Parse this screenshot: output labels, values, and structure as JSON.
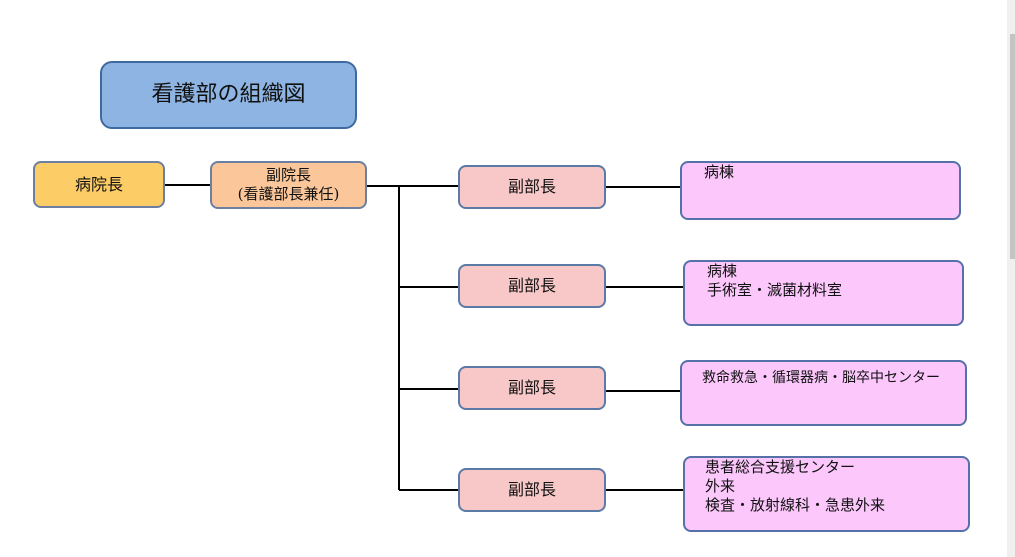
{
  "title": "看護部の組織図",
  "director": "病院長",
  "vice_director": {
    "line1": "副院長",
    "line2": "(看護部長兼任)"
  },
  "deputies": [
    {
      "label": "副部長",
      "departments": [
        "病棟"
      ]
    },
    {
      "label": "副部長",
      "departments": [
        "病棟",
        "手術室・滅菌材料室"
      ]
    },
    {
      "label": "副部長",
      "departments": [
        "救命救急・循環器病・脳卒中センター"
      ]
    },
    {
      "label": "副部長",
      "departments": [
        "患者総合支援センター",
        "外来",
        "検査・放射線科・急患外来"
      ]
    }
  ],
  "colors": {
    "title_fill": "#8db4e2",
    "director_fill": "#fccc66",
    "vice_fill": "#fbc79a",
    "deputy_fill": "#f8c8c8",
    "dept_fill": "#fcc8fc",
    "connector": "#000000"
  }
}
